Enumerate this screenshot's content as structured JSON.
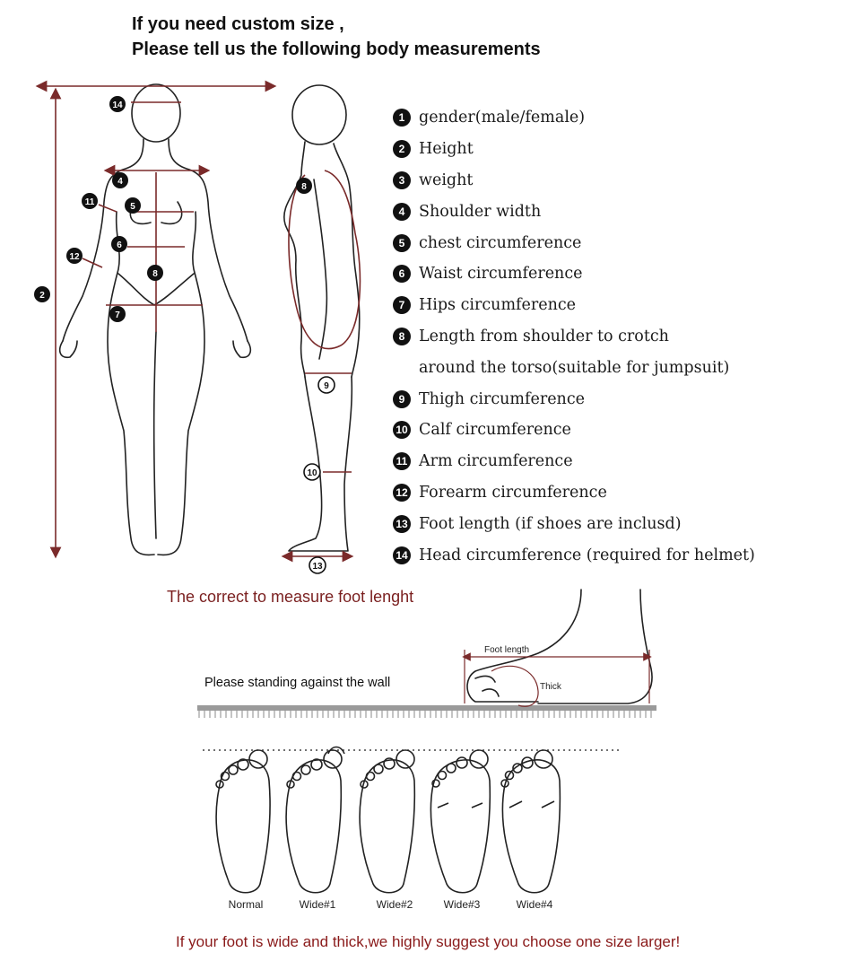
{
  "header": {
    "line1": "If you need custom size ,",
    "line2": "Please tell us the following body measurements"
  },
  "measurements": [
    {
      "num": "1",
      "label": "gender(male/female)"
    },
    {
      "num": "2",
      "label": "Height"
    },
    {
      "num": "3",
      "label": "weight"
    },
    {
      "num": "4",
      "label": "Shoulder width"
    },
    {
      "num": "5",
      "label": "chest circumference"
    },
    {
      "num": "6",
      "label": "Waist circumference"
    },
    {
      "num": "7",
      "label": "Hips circumference"
    },
    {
      "num": "8",
      "label": "Length from shoulder to crotch"
    },
    {
      "num": "",
      "label": "around the torso(suitable for jumpsuit)"
    },
    {
      "num": "9",
      "label": "Thigh circumference"
    },
    {
      "num": "10",
      "label": "Calf circumference"
    },
    {
      "num": "11",
      "label": "Arm circumference"
    },
    {
      "num": "12",
      "label": "Forearm circumference"
    },
    {
      "num": "13",
      "label": "Foot length (if shoes are inclusd)"
    },
    {
      "num": "14",
      "label": "Head circumference (required for helmet)"
    }
  ],
  "figure_markers": {
    "front": [
      "14",
      "4",
      "11",
      "5",
      "12",
      "6",
      "8",
      "7",
      "2"
    ],
    "side": [
      "8",
      "9",
      "10",
      "13"
    ]
  },
  "foot_section": {
    "title": "The correct to measure foot lenght",
    "wall_note": "Please standing against the wall",
    "foot_length_label": "Foot length",
    "thick_label": "Thick",
    "types": [
      "Normal",
      "Wide#1",
      "Wide#2",
      "Wide#3",
      "Wide#4"
    ],
    "bottom_note": "If your foot is wide and thick,we highly suggest you choose one size larger!"
  },
  "colors": {
    "measure_line": "#7a2a2a",
    "note_red": "#8a1a1a",
    "marker": "#111111"
  }
}
